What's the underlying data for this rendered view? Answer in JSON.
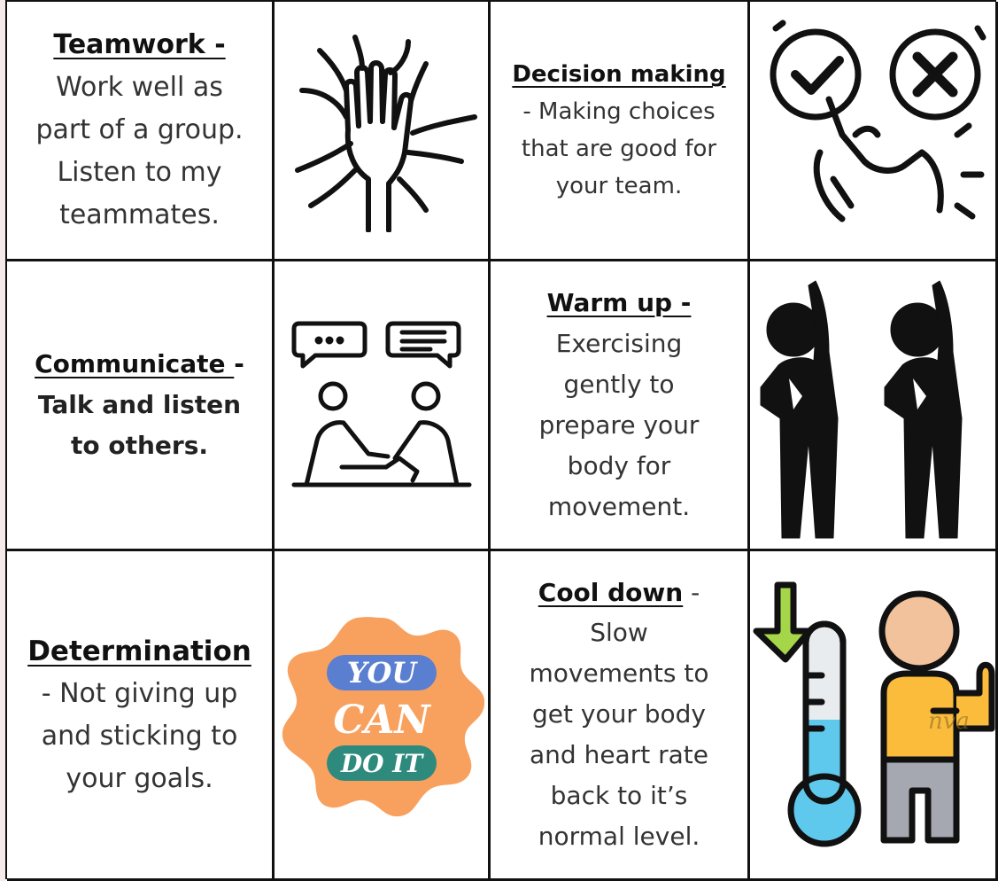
{
  "cards": [
    {
      "title": "Teamwork -",
      "lines": [
        "Work well as",
        "part of a group.",
        "Listen to my",
        "teammates."
      ]
    },
    {
      "title": "Decision making",
      "lines": [
        "- Making choices",
        "that are good for",
        "your team."
      ]
    },
    {
      "title": "Communicate ",
      "title_suffix": "-",
      "lines": [
        "Talk and listen",
        "to others."
      ]
    },
    {
      "title": "Warm up -",
      "lines": [
        "Exercising",
        "gently to",
        "prepare your",
        "body for",
        "movement."
      ]
    },
    {
      "title": "Determination",
      "lines": [
        "- Not giving up",
        "and sticking to",
        "your goals."
      ]
    },
    {
      "title": "Cool down",
      "title_suffix": " -",
      "lines": [
        "Slow",
        "movements to",
        "get your body",
        "and heart rate",
        "back to it’s",
        "normal level."
      ]
    }
  ],
  "badge": {
    "line1": "YOU",
    "line2": "CAN",
    "line3": "DO IT"
  },
  "watermark": "nva",
  "colors": {
    "badge_bg": "#f8a15f",
    "badge_blue": "#5b7fd0",
    "badge_teal": "#2e8a7c",
    "arrow_green": "#a5d64a",
    "thermo_blue": "#5ec9ec",
    "shirt": "#fbbc3c",
    "skin": "#f1c29b",
    "pants": "#a6a8b1"
  },
  "icons": [
    "hands-together-icon",
    "check-and-cross-choice-icon",
    "conversation-handshake-icon",
    "stretching-people-icon",
    "you-can-do-it-badge",
    "thermometer-person-icon"
  ]
}
